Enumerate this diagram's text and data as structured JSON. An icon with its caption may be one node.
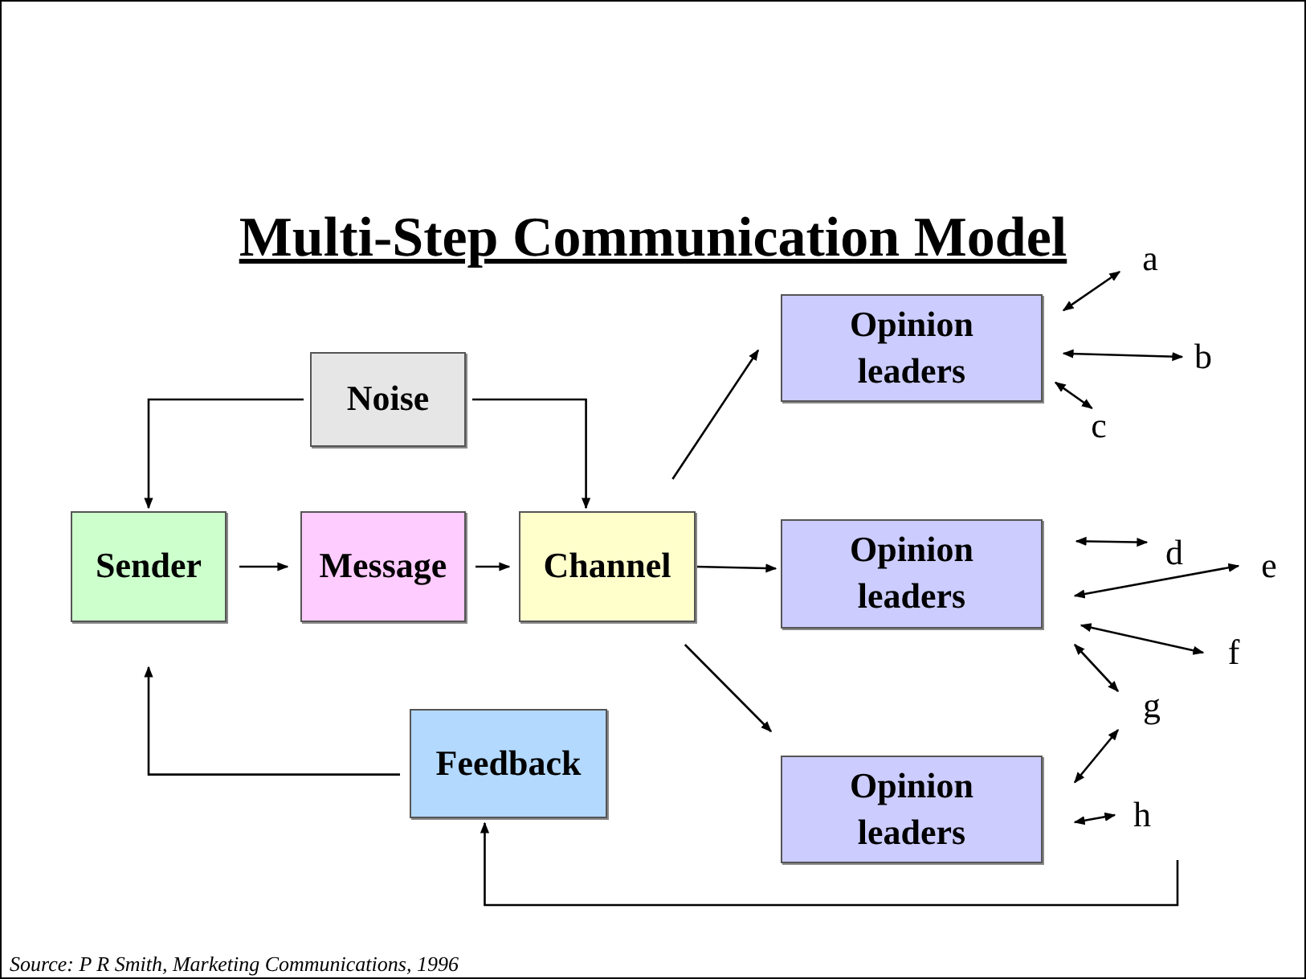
{
  "diagram": {
    "title": "Multi-Step Communication Model",
    "caption": "Source: P R Smith, Marketing Communications, 1996",
    "nodes": [
      {
        "text": [
          "Noise"
        ]
      },
      {
        "text": [
          "Sender"
        ]
      },
      {
        "text": [
          "Message"
        ]
      },
      {
        "text": [
          "Channel"
        ]
      },
      {
        "text": [
          "Opinion leaders"
        ]
      },
      {
        "text": [
          "Opinion leaders"
        ]
      },
      {
        "text": [
          "Opinion leaders"
        ]
      },
      {
        "text": [
          "Feedback"
        ]
      },
      {
        "text": [
          "a"
        ]
      },
      {
        "text": [
          "b"
        ]
      },
      {
        "text": [
          "c"
        ]
      },
      {
        "text": [
          "d"
        ]
      },
      {
        "text": [
          "e"
        ]
      },
      {
        "text": [
          "f"
        ]
      },
      {
        "text": [
          "g"
        ]
      },
      {
        "text": [
          "h"
        ]
      }
    ],
    "edges": [
      {
        "from": 0,
        "to": 1,
        "arrow": "to"
      },
      {
        "from": 0,
        "to": 3,
        "arrow": "to"
      },
      {
        "from": 1,
        "to": 2,
        "arrow": "to"
      },
      {
        "from": 2,
        "to": 3,
        "arrow": "to"
      },
      {
        "from": 3,
        "to": 4,
        "arrow": "to"
      },
      {
        "from": 3,
        "to": 5,
        "arrow": "to"
      },
      {
        "from": 3,
        "to": 6,
        "arrow": "to"
      },
      {
        "from": 7,
        "to": 1,
        "arrow": "to"
      },
      {
        "from": 15,
        "to": 7,
        "arrow": "to"
      },
      {
        "from": 4,
        "to": 8,
        "arrow": "both"
      },
      {
        "from": 4,
        "to": 9,
        "arrow": "both"
      },
      {
        "from": 4,
        "to": 10,
        "arrow": "both"
      },
      {
        "from": 5,
        "to": 11,
        "arrow": "both"
      },
      {
        "from": 5,
        "to": 12,
        "arrow": "both"
      },
      {
        "from": 5,
        "to": 13,
        "arrow": "both"
      },
      {
        "from": 5,
        "to": 14,
        "arrow": "both"
      },
      {
        "from": 6,
        "to": 14,
        "arrow": "both"
      },
      {
        "from": 6,
        "to": 15,
        "arrow": "both"
      }
    ]
  }
}
